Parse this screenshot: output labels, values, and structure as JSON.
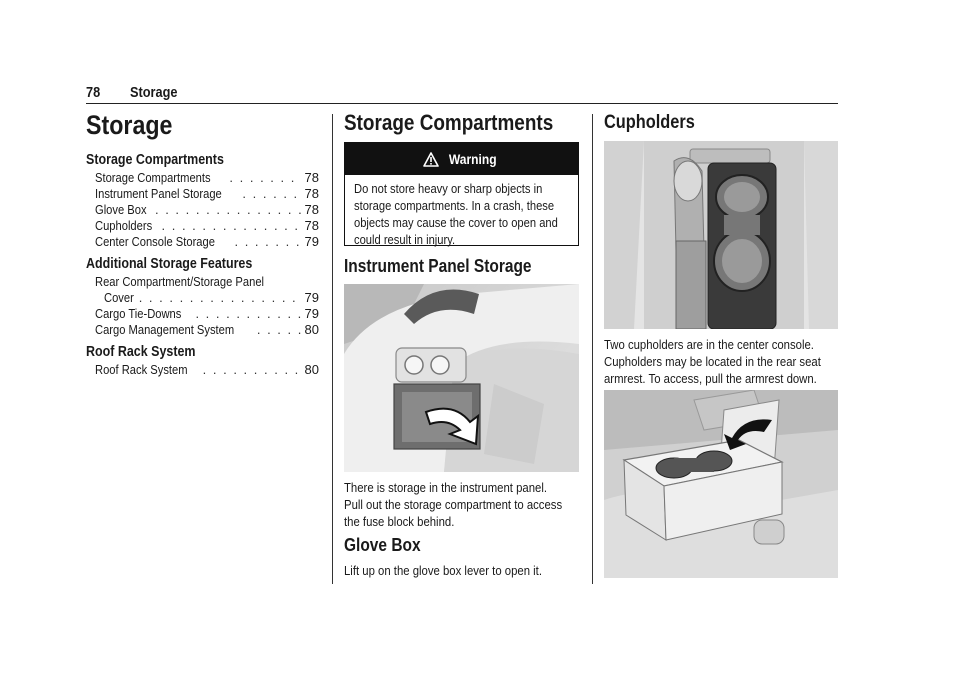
{
  "header": {
    "page_number": "78",
    "section": "Storage"
  },
  "toc": {
    "title": "Storage",
    "groups": [
      {
        "heading": "Storage Compartments",
        "items": [
          {
            "label": "Storage Compartments",
            "page": "78"
          },
          {
            "label": "Instrument Panel Storage",
            "page": "78"
          },
          {
            "label": "Glove Box",
            "page": "78"
          },
          {
            "label": "Cupholders",
            "page": "78"
          },
          {
            "label": "Center Console Storage",
            "page": "79"
          }
        ]
      },
      {
        "heading": "Additional Storage Features",
        "items": [
          {
            "label_line1": "Rear Compartment/Storage Panel",
            "label": "Cover",
            "page": "79"
          },
          {
            "label": "Cargo Tie-Downs",
            "page": "79"
          },
          {
            "label": "Cargo Management System",
            "page": "80"
          }
        ]
      },
      {
        "heading": "Roof Rack System",
        "items": [
          {
            "label": "Roof Rack System",
            "page": "80"
          }
        ]
      }
    ]
  },
  "storage_compartments": {
    "heading": "Storage Compartments",
    "warning": {
      "title": "Warning",
      "lines": [
        "Do not store heavy or sharp objects in",
        "storage compartments. In a crash, these",
        "objects may cause the cover to open and",
        "could result in injury."
      ]
    }
  },
  "instrument_panel": {
    "heading": "Instrument Panel Storage",
    "lines": [
      "There is storage in the instrument panel.",
      "Pull out the storage compartment to access",
      "the fuse block behind."
    ]
  },
  "glove_box": {
    "heading": "Glove Box",
    "text": "Lift up on the glove box lever to open it."
  },
  "cupholders": {
    "heading": "Cupholders",
    "lines": [
      "Two cupholders are in the center console.",
      "Cupholders may be located in the rear seat",
      "armrest. To access, pull the armrest down."
    ]
  }
}
